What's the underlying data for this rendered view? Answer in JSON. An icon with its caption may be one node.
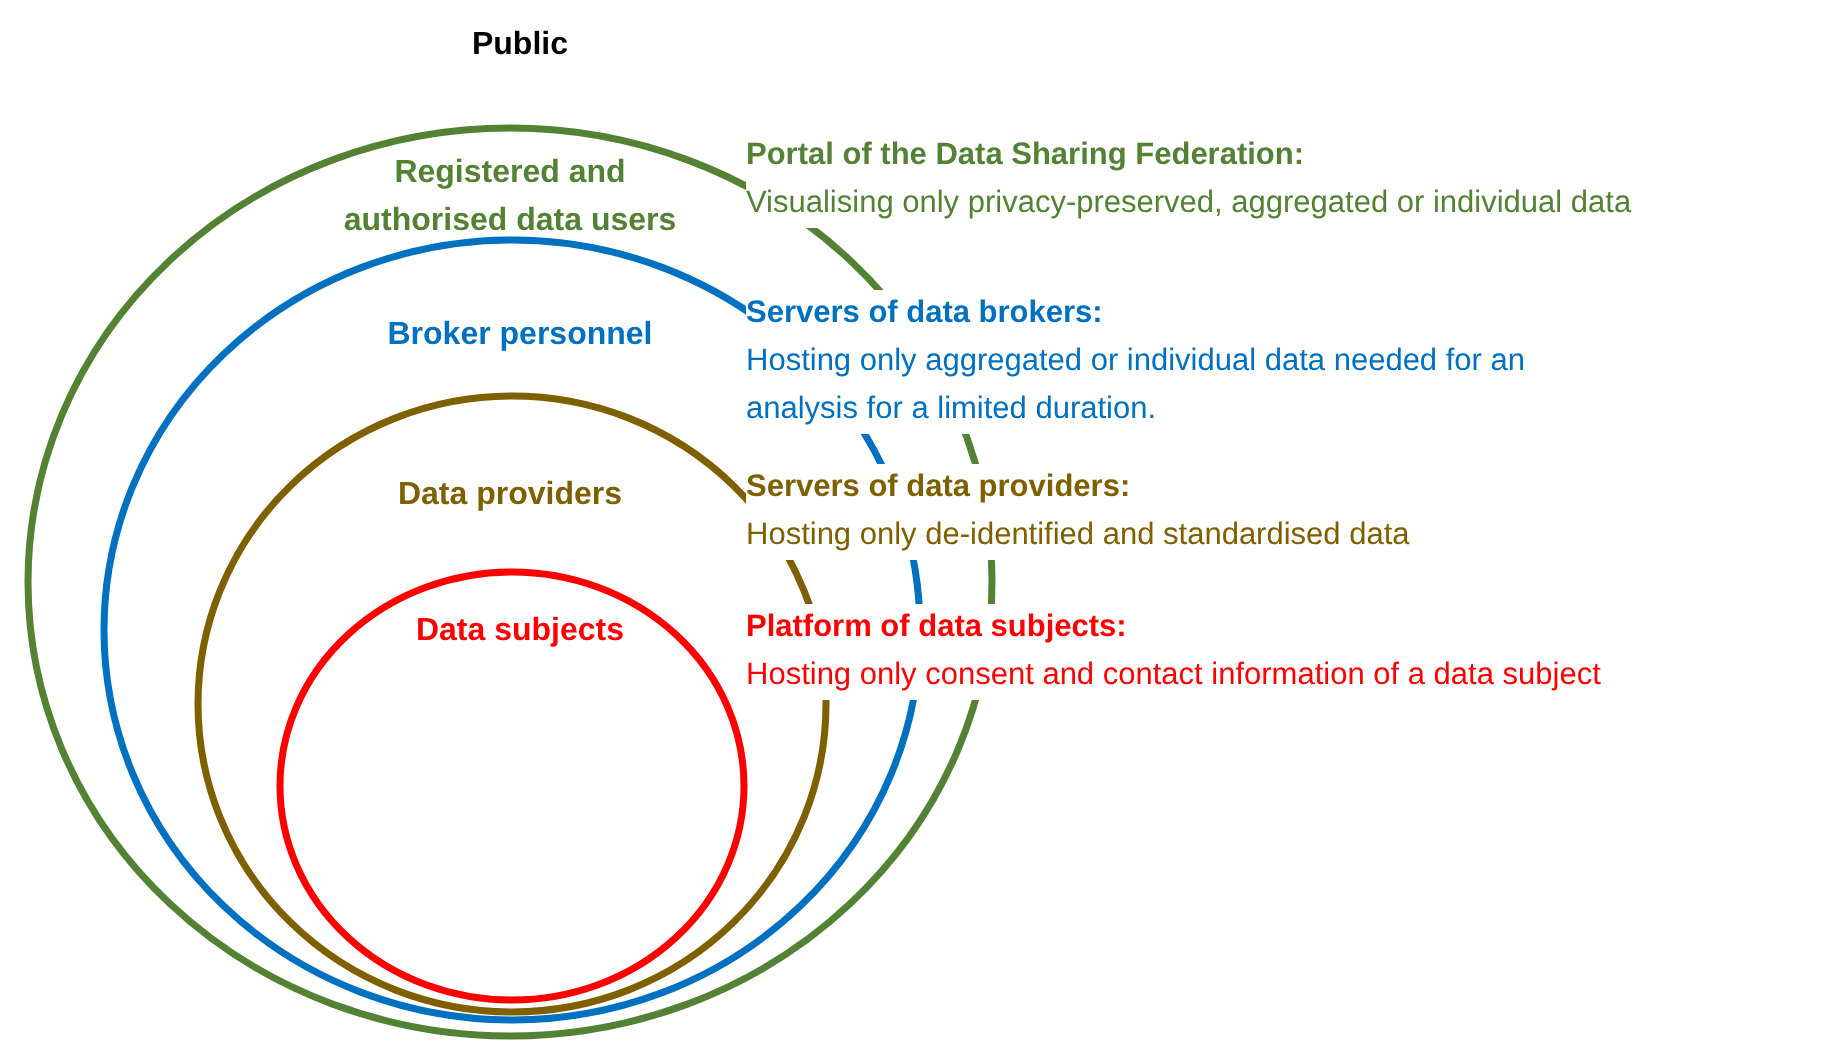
{
  "diagram": {
    "nodes": [
      {
        "text": [
          "Registered and authorised data users"
        ],
        "beside": [
          "Portal of the Data Sharing Federation:",
          "Visualising only privacy-preserved, aggregated or individual data"
        ]
      },
      {
        "text": [
          "Broker personnel"
        ],
        "in": 0,
        "beside": [
          "Servers of data brokers:",
          "Hosting only aggregated or individual data needed for an analysis for a limited duration."
        ]
      },
      {
        "text": [
          "Data providers"
        ],
        "in": 1,
        "beside": [
          "Servers of data providers:",
          "Hosting only de-identified and standardised data"
        ]
      },
      {
        "text": [
          "Data subjects"
        ],
        "in": 2,
        "beside": [
          "Platform of data subjects:",
          "Hosting only consent and contact information of a data subject"
        ]
      }
    ],
    "labels": [
      "Public"
    ]
  }
}
